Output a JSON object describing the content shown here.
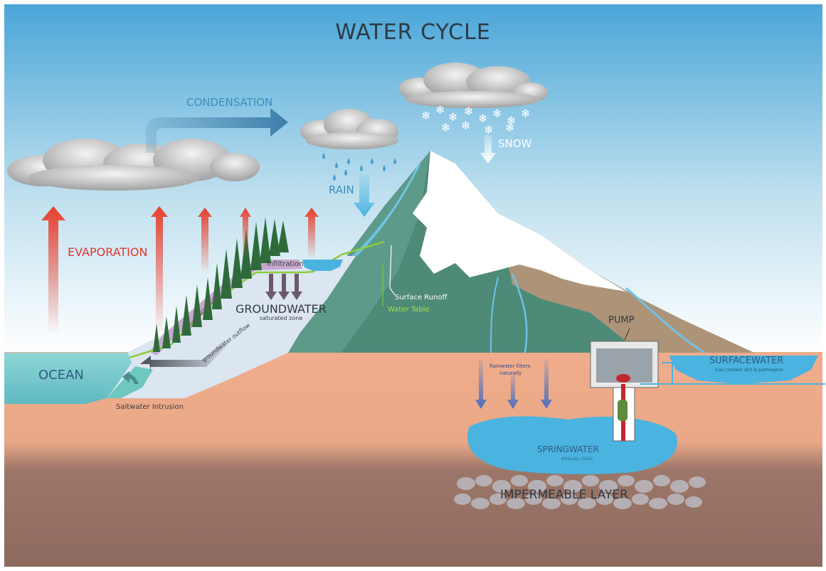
{
  "title": "WATER CYCLE",
  "labels": {
    "condensation": "CONDENSATION",
    "evaporation": "EVAPORATION",
    "rain": "RAIN",
    "snow": "SNOW",
    "ocean": "OCEAN",
    "soil_moisture": "SOIL MOISTURE",
    "infiltration": "Infiltration",
    "groundwater": "GROUNDWATER",
    "groundwater_sub": "saturated zone",
    "groundwater_outflow": "groundwater outflow",
    "saltwater_intrusion": "Saltwater Intrusion",
    "surface_runoff": "Surface Runoff",
    "water_table": "Water Table",
    "pump": "PUMP",
    "surfacewater": "SURFACEWATER",
    "surfacewater_sub": "Can contain dirt & pathogens",
    "rainwater_filters_1": "Rainwater filters",
    "rainwater_filters_2": "naturally",
    "springwater": "SPRINGWATER",
    "springwater_sub": "Already clean",
    "impermeable_layer": "IMPERMEABLE LAYER"
  },
  "colors": {
    "sky_top": "#4aa6d8",
    "sky_bottom": "#ffffff",
    "ocean": "#79cdd0",
    "soil": "#f0ad8c",
    "bedrock": "#8e6a5e",
    "mountain": "#4e8a78",
    "snow": "#ffffff",
    "water": "#4ab3e0",
    "evaporation_arrow": "#e8402d",
    "label_blue": "#3a8fc0",
    "label_red": "#e0352b"
  }
}
